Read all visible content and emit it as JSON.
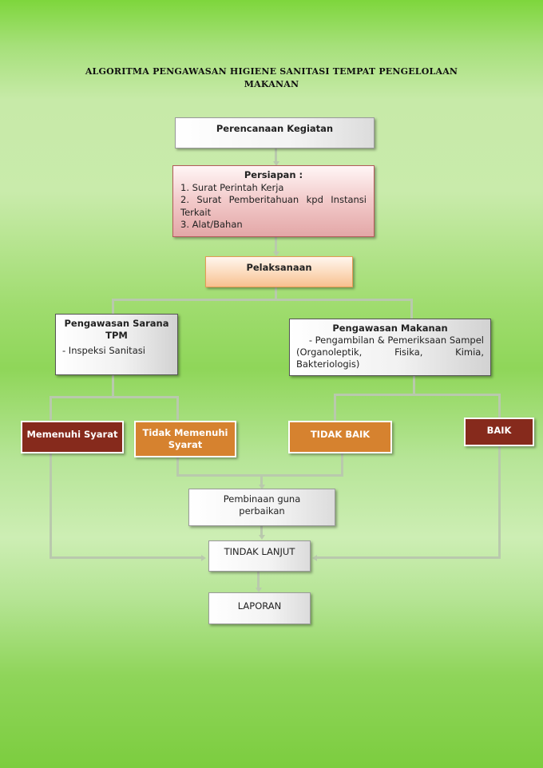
{
  "title": {
    "line1": "ALGORITMA PENGAWASAN HIGIENE SANITASI TEMPAT PENGELOLAAN",
    "line2": "MAKANAN"
  },
  "nodes": {
    "perencanaan": "Perencanaan Kegiatan",
    "persiapan": {
      "heading": "Persiapan :",
      "items": [
        "1. Surat Perintah Kerja",
        "2. Surat Pemberitahuan kpd Instansi",
        "Terkait",
        "3. Alat/Bahan"
      ]
    },
    "pelaksanaan": "Pelaksanaan",
    "sarana": {
      "heading_line1": "Pengawasan Sarana",
      "heading_line2": "TPM",
      "item": "- Inspeksi Sanitasi"
    },
    "makanan": {
      "heading": "Pengawasan Makanan",
      "line1": "- Pengambilan & Pemeriksaan Sampel",
      "line2": "(Organoleptik, Fisika, Kimia,",
      "line3": "Bakteriologis)"
    },
    "memenuhi": "Memenuhi Syarat",
    "tidak_memenuhi_line1": "Tidak Memenuhi",
    "tidak_memenuhi_line2": "Syarat",
    "tidak_baik": "TIDAK BAIK",
    "baik": "BAIK",
    "pembinaan_line1": "Pembinaan guna",
    "pembinaan_line2": "perbaikan",
    "tindak_lanjut": "TINDAK LANJUT",
    "laporan": "LAPORAN"
  }
}
